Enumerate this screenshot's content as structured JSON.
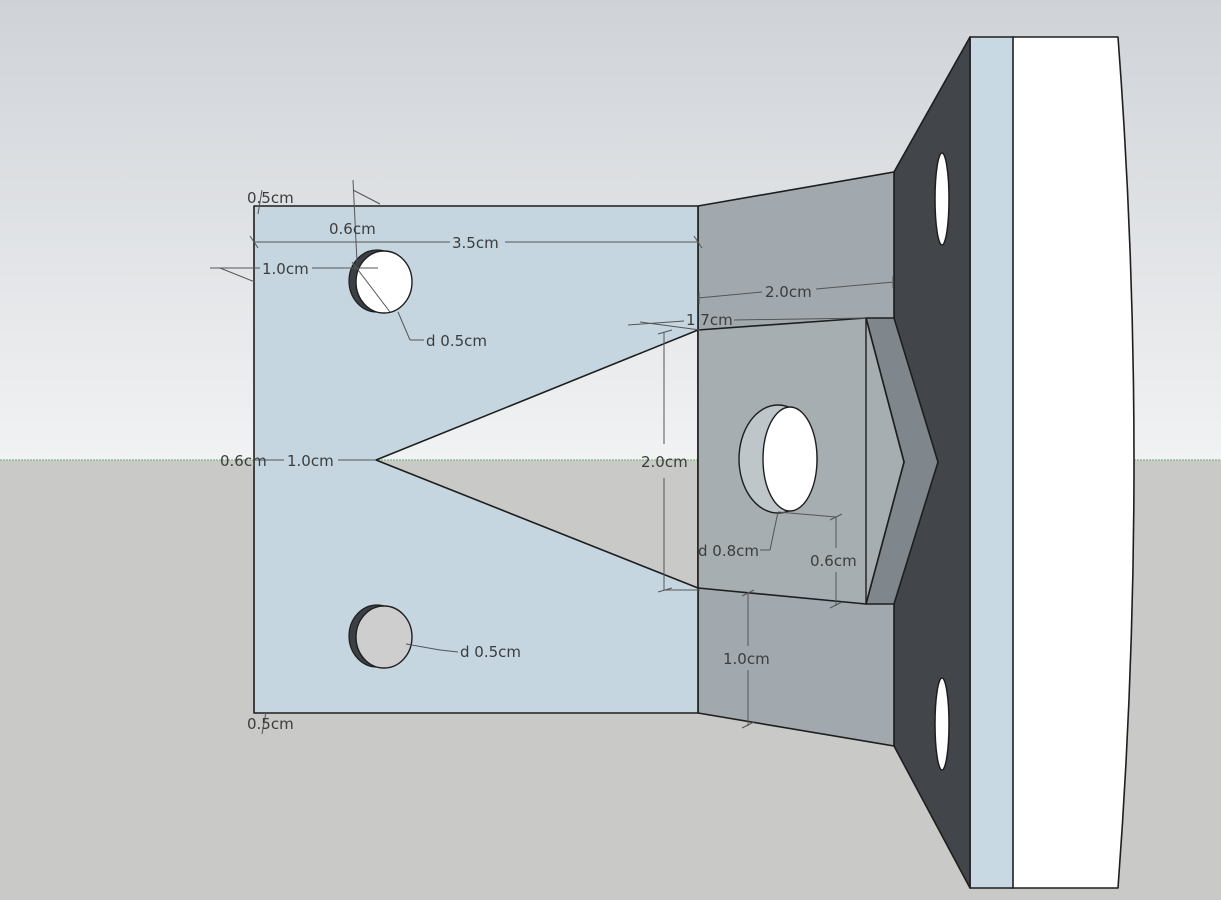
{
  "colors": {
    "sky_top": "#cfd3d8",
    "sky_bottom": "#f1f2f3",
    "ground": "#c9c9c7",
    "horizon_line": "#8fc38f",
    "plate_face": "#c5d6e0",
    "side_face": "#a2a9ae",
    "dark_face": "#42464b",
    "flange_light": "#c8d9e3",
    "flange_white": "#ffffff",
    "edge": "#1e1e1e",
    "dim_line": "#555555",
    "dim_text": "#3c3c3c"
  },
  "dimensions": {
    "top_corner": "0.5cm",
    "bottom_corner": "0.5cm",
    "hole_offset": "0.6cm",
    "plate_width": "3.5cm",
    "hole_edge": "1.0cm",
    "small_hole_top_dia": "d 0.5cm",
    "small_hole_bottom_dia": "d 0.5cm",
    "mid_left": "0.6cm",
    "mid_notch": "1.0cm",
    "side_width": "2.0cm",
    "notch_top": "1.7cm",
    "notch_height": "2.0cm",
    "center_hole_dia": "d 0.8cm",
    "bottom_offset": "0.6cm",
    "lower_height": "1.0cm"
  }
}
